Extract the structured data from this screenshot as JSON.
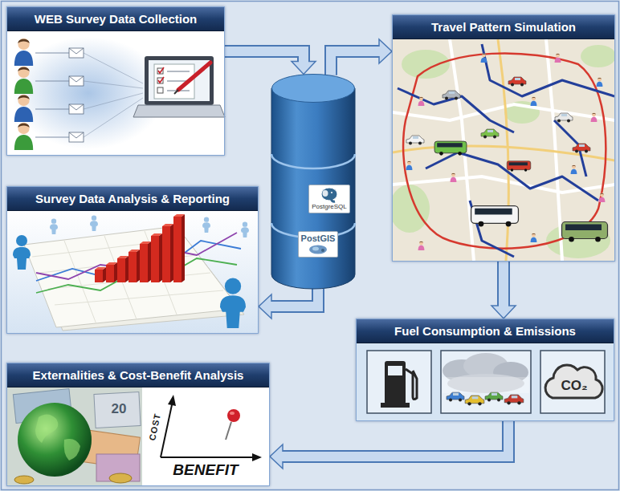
{
  "diagram": {
    "nodes": [
      {
        "text": [
          "WEB Survey Data Collection"
        ]
      },
      {
        "text": [
          "PostgreSQL",
          "PostGIS"
        ]
      },
      {
        "text": [
          "Travel Pattern Simulation"
        ]
      },
      {
        "text": [
          "Survey Data Analysis & Reporting"
        ]
      },
      {
        "text": [
          "Fuel Consumption & Emissions"
        ]
      },
      {
        "text": [
          "Externalities & Cost-Benefit Analysis"
        ]
      }
    ],
    "edges": [
      {
        "from": 0,
        "to": 1,
        "arrow": "to"
      },
      {
        "from": 1,
        "to": 2,
        "arrow": "to"
      },
      {
        "from": 1,
        "to": 3,
        "arrow": "to"
      },
      {
        "from": 2,
        "to": 4,
        "arrow": "to"
      },
      {
        "from": 4,
        "to": 5,
        "arrow": "to"
      }
    ],
    "labels": [
      "CO₂",
      "COST",
      "BENEFIT",
      "20"
    ]
  }
}
